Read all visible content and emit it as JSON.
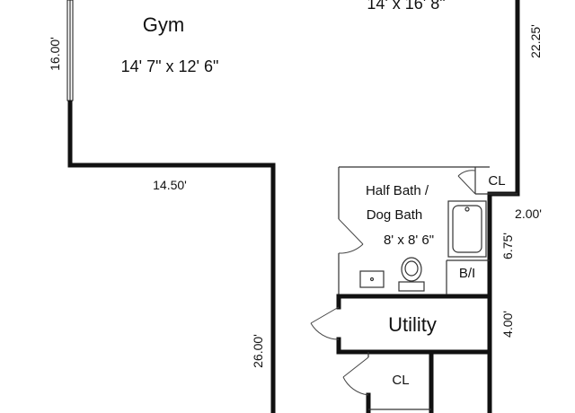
{
  "rooms": {
    "gym": {
      "name": "Gym",
      "dimensions": "14' 7\" x 12' 6\""
    },
    "top_partial": {
      "dimensions": "14' x 16' 8\""
    },
    "half_bath": {
      "name_line1": "Half Bath /",
      "name_line2": "Dog Bath",
      "dimensions": "8' x 8' 6\""
    },
    "closet_top": {
      "name": "CL"
    },
    "built_in": {
      "name": "B/I"
    },
    "utility": {
      "name": "Utility"
    },
    "closet_bottom": {
      "name": "CL"
    }
  },
  "measurements": {
    "left_16": "16.00'",
    "right_22_25": "22.25'",
    "bottom_14_50": "14.50'",
    "right_2_00": "2.00'",
    "right_6_75": "6.75'",
    "right_4_00": "4.00'",
    "left_26_00": "26.00'"
  },
  "colors": {
    "wall": "#111111",
    "background": "#ffffff"
  }
}
